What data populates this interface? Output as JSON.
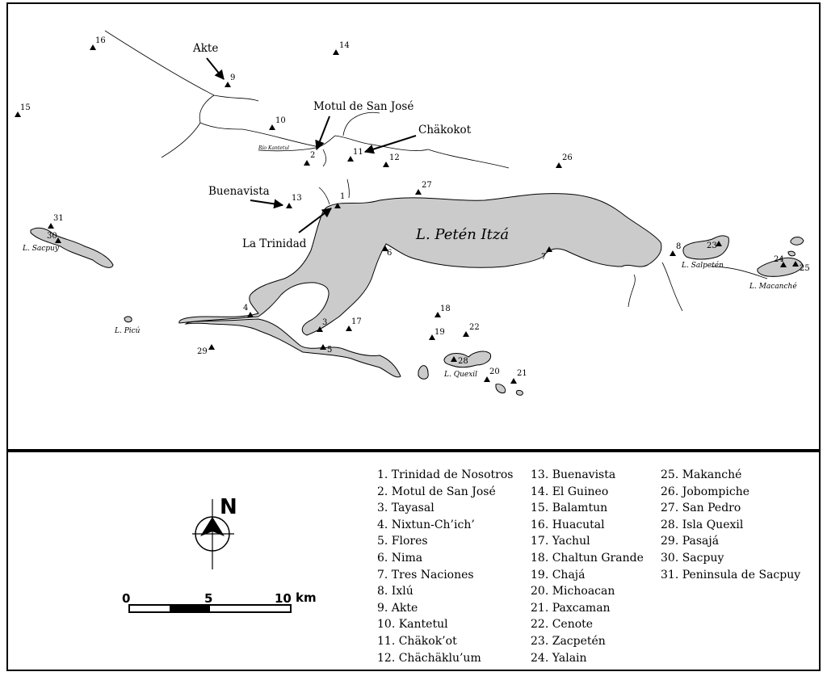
{
  "map": {
    "lakes": {
      "peten_itza": "L. Petén Itzá",
      "sacpuy": "L. Sacpuy",
      "picu": "L. Picú",
      "quexil": "L. Quexil",
      "salpeten": "L. Salpetén",
      "macanche": "L. Macanché"
    },
    "river": "Río Kantetul",
    "callouts": {
      "akte": "Akte",
      "motul": "Motul de San José",
      "chakokot": "Chäkokot",
      "buenavista": "Buenavista",
      "trinidad": "La Trinidad"
    },
    "site_numbers": [
      "1",
      "2",
      "3",
      "4",
      "5",
      "6",
      "7",
      "8",
      "9",
      "10",
      "11",
      "12",
      "13",
      "14",
      "15",
      "16",
      "17",
      "18",
      "19",
      "20",
      "21",
      "22",
      "23",
      "24",
      "25",
      "26",
      "27",
      "28",
      "29",
      "30",
      "31"
    ]
  },
  "north_arrow": {
    "label": "N"
  },
  "scale_bar": {
    "ticks": [
      "0",
      "5",
      "10"
    ],
    "unit": "km"
  },
  "legend": {
    "col1": [
      "1.  Trinidad de Nosotros",
      "2.  Motul de San José",
      "3.  Tayasal",
      "4.  Nixtun-Ch’ich’",
      "5.  Flores",
      "6.  Nima",
      "7.  Tres Naciones",
      "8.  Ixlú",
      "9.  Akte",
      "10.  Kantetul",
      "11.  Chäkok’ot",
      "12.  Chächäklu’um"
    ],
    "col2": [
      "13.  Buenavista",
      "14.  El Guineo",
      "15.  Balamtun",
      "16.  Huacutal",
      "17.  Yachul",
      "18.  Chaltun Grande",
      "19.  Chajá",
      "20.  Michoacan",
      "21.  Paxcaman",
      "22.  Cenote",
      "23.  Zacpetén",
      "24.  Yalain"
    ],
    "col3": [
      "25.  Makanché",
      "26.  Jobompiche",
      "27.  San Pedro",
      "28.  Isla Quexil",
      "29.  Pasajá",
      "30.  Sacpuy",
      "31.  Peninsula de Sacpuy"
    ]
  }
}
